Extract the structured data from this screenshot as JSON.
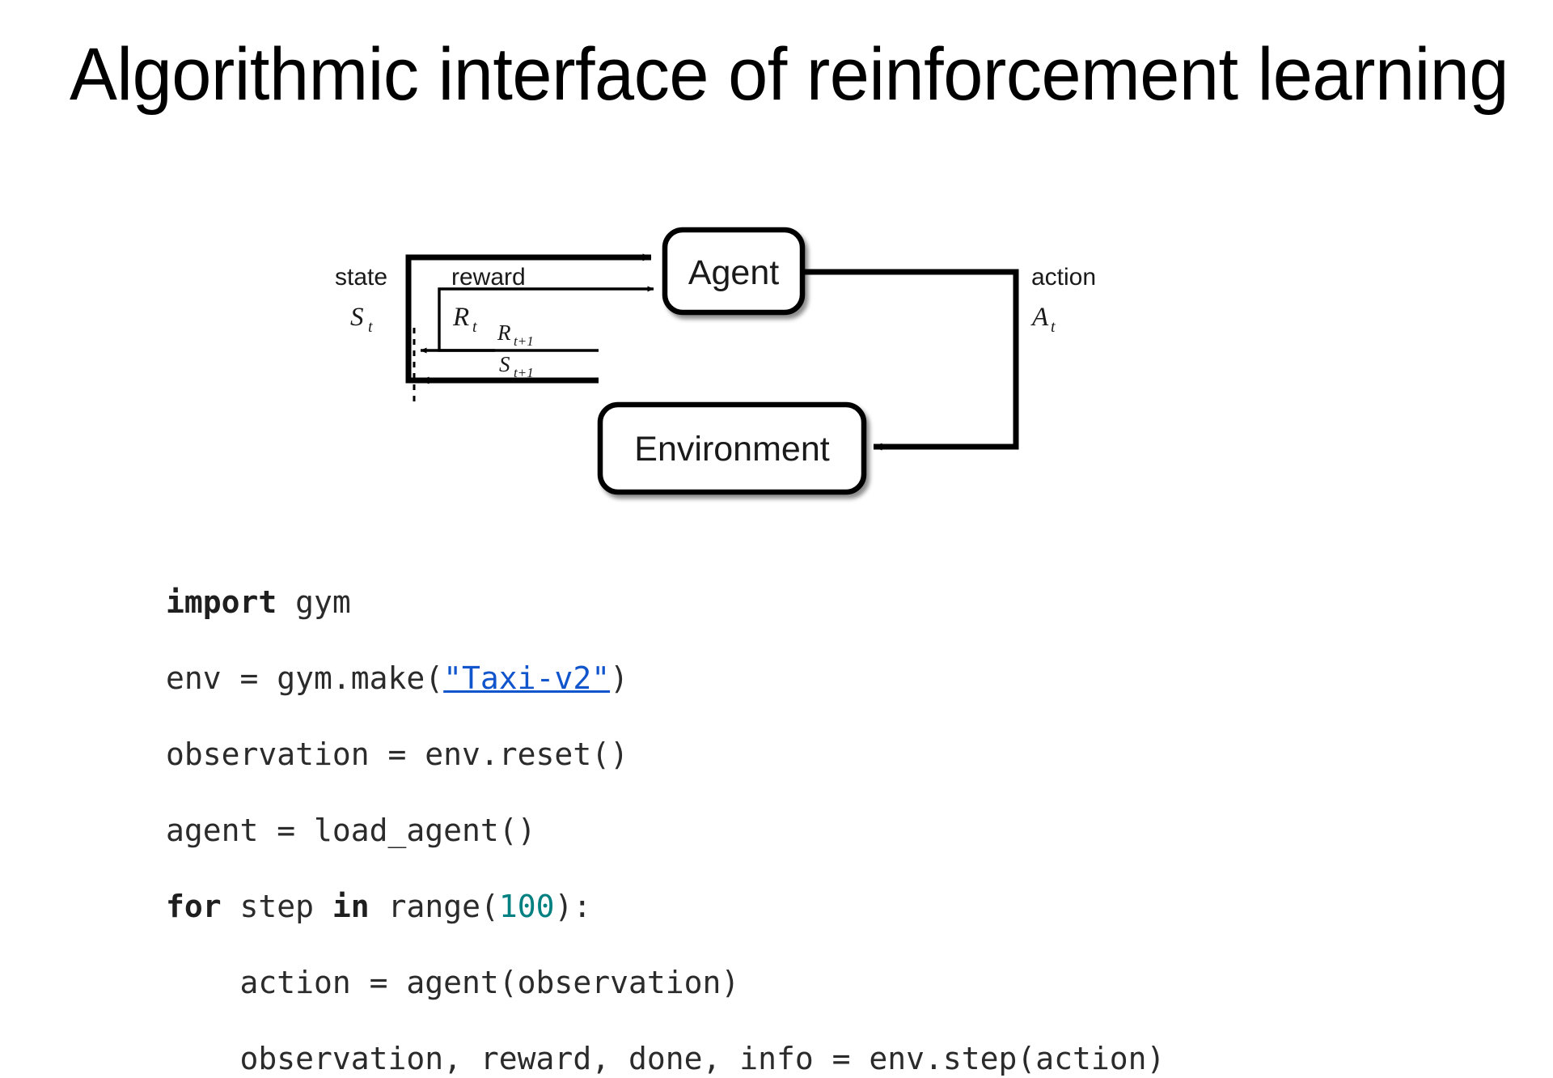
{
  "slide": {
    "title": "Algorithmic interface of reinforcement learning",
    "background_color": "#ffffff"
  },
  "diagram": {
    "name": "reinforcement-learning-loop",
    "agent_label": "Agent",
    "environment_label": "Environment",
    "state_label": "state",
    "state_symbol": "S",
    "state_subscript": "t",
    "reward_label": "reward",
    "reward_symbol": "R",
    "reward_subscript": "t",
    "action_label": "action",
    "action_symbol": "A",
    "action_subscript": "t",
    "next_reward_symbol": "R",
    "next_reward_subscript": "t+1",
    "next_state_symbol": "S",
    "next_state_subscript": "t+1",
    "stroke_color": "#000000"
  },
  "code": {
    "language": "python",
    "link_text": "\"Taxi-v2\"",
    "link_color": "#1155cc",
    "number_color": "#008080",
    "lines": [
      {
        "id": "line-1",
        "segments": [
          {
            "text": "import",
            "type": "keyword"
          },
          {
            "text": " gym",
            "type": "plain"
          }
        ]
      },
      {
        "id": "line-2",
        "segments": [
          {
            "text": "env = gym.make(",
            "type": "plain"
          },
          {
            "text": "\"Taxi-v2\"",
            "type": "link"
          },
          {
            "text": ")",
            "type": "plain"
          }
        ]
      },
      {
        "id": "line-3",
        "segments": [
          {
            "text": "observation = env.reset()",
            "type": "plain"
          }
        ]
      },
      {
        "id": "line-4",
        "segments": [
          {
            "text": "agent = load_agent()",
            "type": "plain"
          }
        ]
      },
      {
        "id": "line-5",
        "segments": [
          {
            "text": "for",
            "type": "keyword"
          },
          {
            "text": " step ",
            "type": "plain"
          },
          {
            "text": "in",
            "type": "keyword"
          },
          {
            "text": " range(",
            "type": "plain"
          },
          {
            "text": "100",
            "type": "number"
          },
          {
            "text": "):",
            "type": "plain"
          }
        ]
      },
      {
        "id": "line-6",
        "segments": [
          {
            "text": "    action = agent(observation)",
            "type": "plain"
          }
        ]
      },
      {
        "id": "line-7",
        "segments": [
          {
            "text": "    observation, reward, done, info = env.step(action)",
            "type": "plain"
          }
        ]
      }
    ]
  }
}
